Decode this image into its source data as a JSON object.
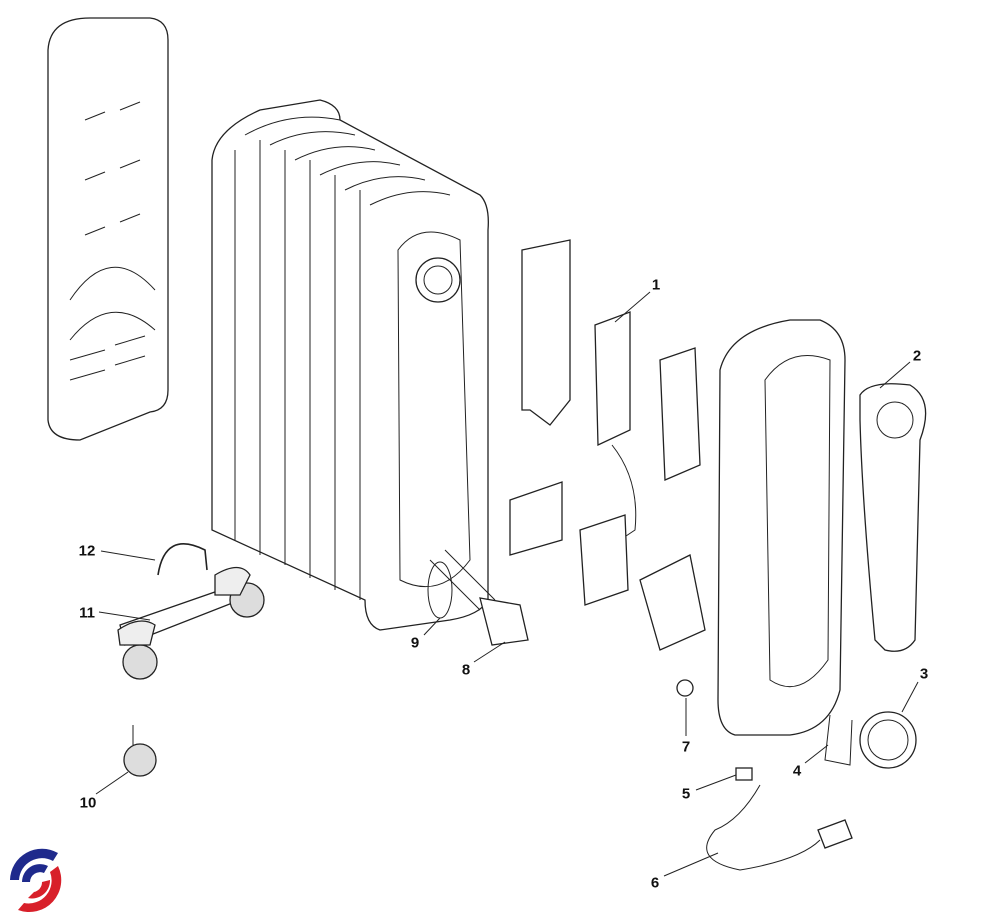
{
  "diagram": {
    "type": "exploded-parts-view",
    "callouts": [
      "1",
      "2",
      "3",
      "4",
      "5",
      "6",
      "7",
      "8",
      "9",
      "10",
      "11",
      "12"
    ],
    "logo": {
      "colors": {
        "blue": "#1f2a8c",
        "red": "#d8202a"
      }
    }
  }
}
